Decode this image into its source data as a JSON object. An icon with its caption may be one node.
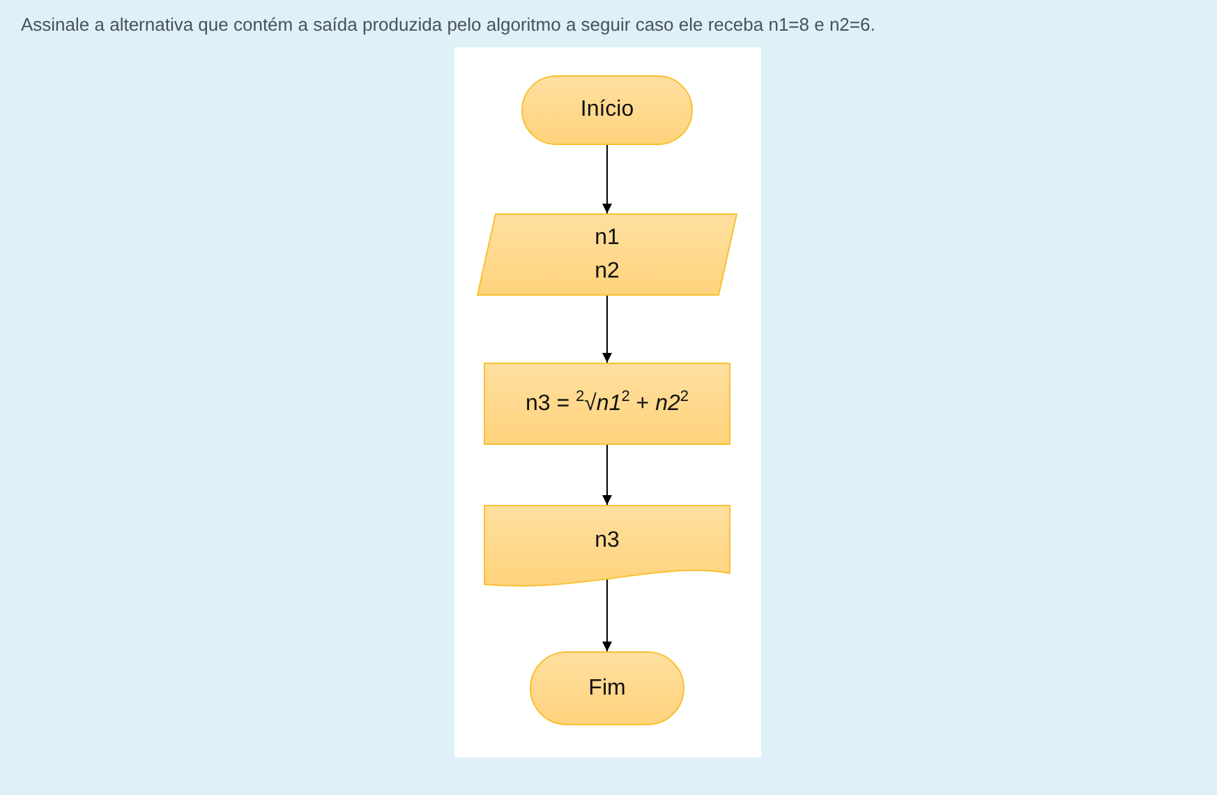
{
  "diagram": {
    "title": "Assinale a alternativa que contém a saída produzida pelo algoritmo a seguir caso ele receba n1=8 e n2=6.",
    "nodes": [
      {
        "text": [
          "Início"
        ]
      },
      {
        "text": [
          "n1",
          "n2"
        ]
      },
      {
        "text": [
          "n3 = $^{2}$√*n1*$^{2}$ + *n2*$^{2}$"
        ]
      },
      {
        "text": [
          "n3"
        ]
      },
      {
        "text": [
          "Fim"
        ]
      }
    ],
    "edges": [
      {
        "from": 0,
        "to": 1,
        "arrow": "to"
      },
      {
        "from": 1,
        "to": 2,
        "arrow": "to"
      },
      {
        "from": 2,
        "to": 3,
        "arrow": "to"
      },
      {
        "from": 3,
        "to": 4,
        "arrow": "to"
      }
    ]
  }
}
